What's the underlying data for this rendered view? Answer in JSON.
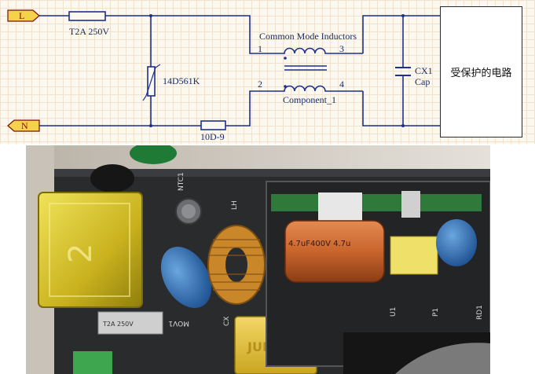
{
  "schematic": {
    "ports": {
      "line": "L",
      "neutral": "N"
    },
    "fuse_label": "T2A 250V",
    "varistor_label": "14D561K",
    "ntc_label": "10D-9",
    "inductor_title": "Common Mode Inductors",
    "inductor_pins": {
      "p1": "1",
      "p2": "2",
      "p3": "3",
      "p4": "4"
    },
    "inductor_component": "Component_1",
    "capacitor_name": "CX1",
    "capacitor_type": "Cap",
    "protected_circuit": "受保护的电路"
  },
  "photo": {
    "silkscreen": {
      "ntc1": "NTC1",
      "lh": "LH",
      "mov1": "MOV1",
      "cx": "CX",
      "u1": "U1",
      "p1": "P1",
      "rd1": "RD1"
    },
    "fuse_marking": "T2A 250V",
    "electrolytic_marking": "4.7uF400V 4.7u",
    "x_cap_marking": "JURCC",
    "fuse_holder_digit": "2"
  },
  "colors": {
    "wire": "#1d2f8f",
    "port_fill": "#f6d24a",
    "pcb": "#2a2b2d",
    "toroid": "#c9872a",
    "mov_blue": "#2f6fb3",
    "x_cap_yellow": "#e7c53a",
    "electrolytic": "#c9652d"
  }
}
